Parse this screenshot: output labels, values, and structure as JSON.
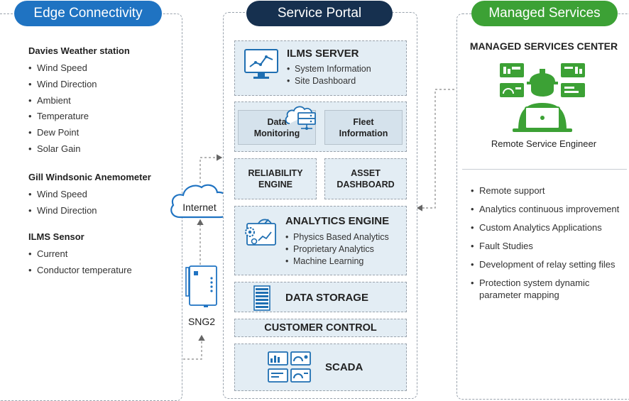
{
  "edge": {
    "title": "Edge Connectivity",
    "groups": [
      {
        "name": "Davies Weather station",
        "items": [
          "Wind Speed",
          "Wind Direction",
          "Ambient",
          "Temperature",
          "Dew Point",
          "Solar Gain"
        ]
      },
      {
        "name": "Gill Windsonic Anemometer",
        "items": [
          "Wind Speed",
          "Wind Direction"
        ]
      },
      {
        "name": "ILMS Sensor",
        "items": [
          "Current",
          "Conductor temperature"
        ]
      }
    ],
    "internet_label": "Internet",
    "device_label": "SNG2"
  },
  "portal": {
    "title": "Service Portal",
    "ilms_server": {
      "title": "ILMS SERVER",
      "items": [
        "System Information",
        "Site Dashboard"
      ]
    },
    "data_monitoring": "Data Monitoring",
    "fleet_information": "Fleet Information",
    "reliability_engine": "RELIABILITY ENGINE",
    "asset_dashboard": "ASSET DASHBOARD",
    "analytics_engine": {
      "title": "ANALYTICS ENGINE",
      "items": [
        "Physics Based Analytics",
        "Proprietary Analytics",
        "Machine Learning"
      ]
    },
    "data_storage": "DATA STORAGE",
    "customer_control": "CUSTOMER CONTROL",
    "scada": "SCADA"
  },
  "managed": {
    "title": "Managed Services",
    "center_title": "MANAGED SERVICES CENTER",
    "engineer_label": "Remote Service Engineer",
    "items": [
      "Remote support",
      "Analytics continuous improvement",
      "Custom Analytics Applications",
      "Fault Studies",
      "Development of relay setting files",
      "Protection system dynamic parameter mapping"
    ]
  },
  "colors": {
    "edge_pill": "#1f73c2",
    "portal_pill": "#16304f",
    "managed_pill": "#3ca135",
    "box_fill": "#e3edf4",
    "icon_blue": "#1f6fb2",
    "icon_green": "#3ca135"
  }
}
